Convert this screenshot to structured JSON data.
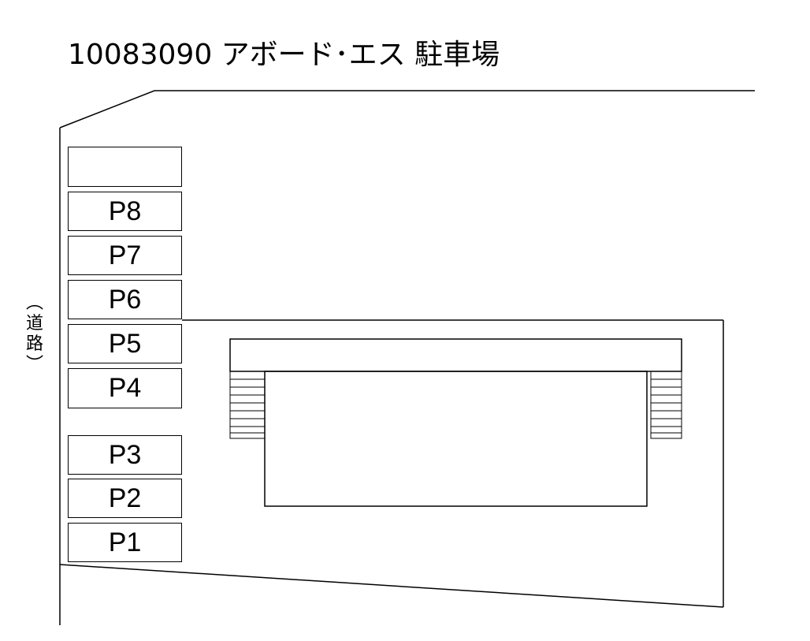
{
  "title": "10083090 アボード･エス 駐車場",
  "road_label": {
    "open": "︵",
    "chars": [
      "道",
      "路"
    ],
    "close": "︶"
  },
  "slots": [
    {
      "id": "blank",
      "label": ""
    },
    {
      "id": "p8",
      "label": "P8"
    },
    {
      "id": "p7",
      "label": "P7"
    },
    {
      "id": "p6",
      "label": "P6"
    },
    {
      "id": "p5",
      "label": "P5"
    },
    {
      "id": "p4",
      "label": "P4"
    },
    {
      "id": "p3",
      "label": "P3"
    },
    {
      "id": "p2",
      "label": "P2"
    },
    {
      "id": "p1",
      "label": "P1"
    }
  ]
}
